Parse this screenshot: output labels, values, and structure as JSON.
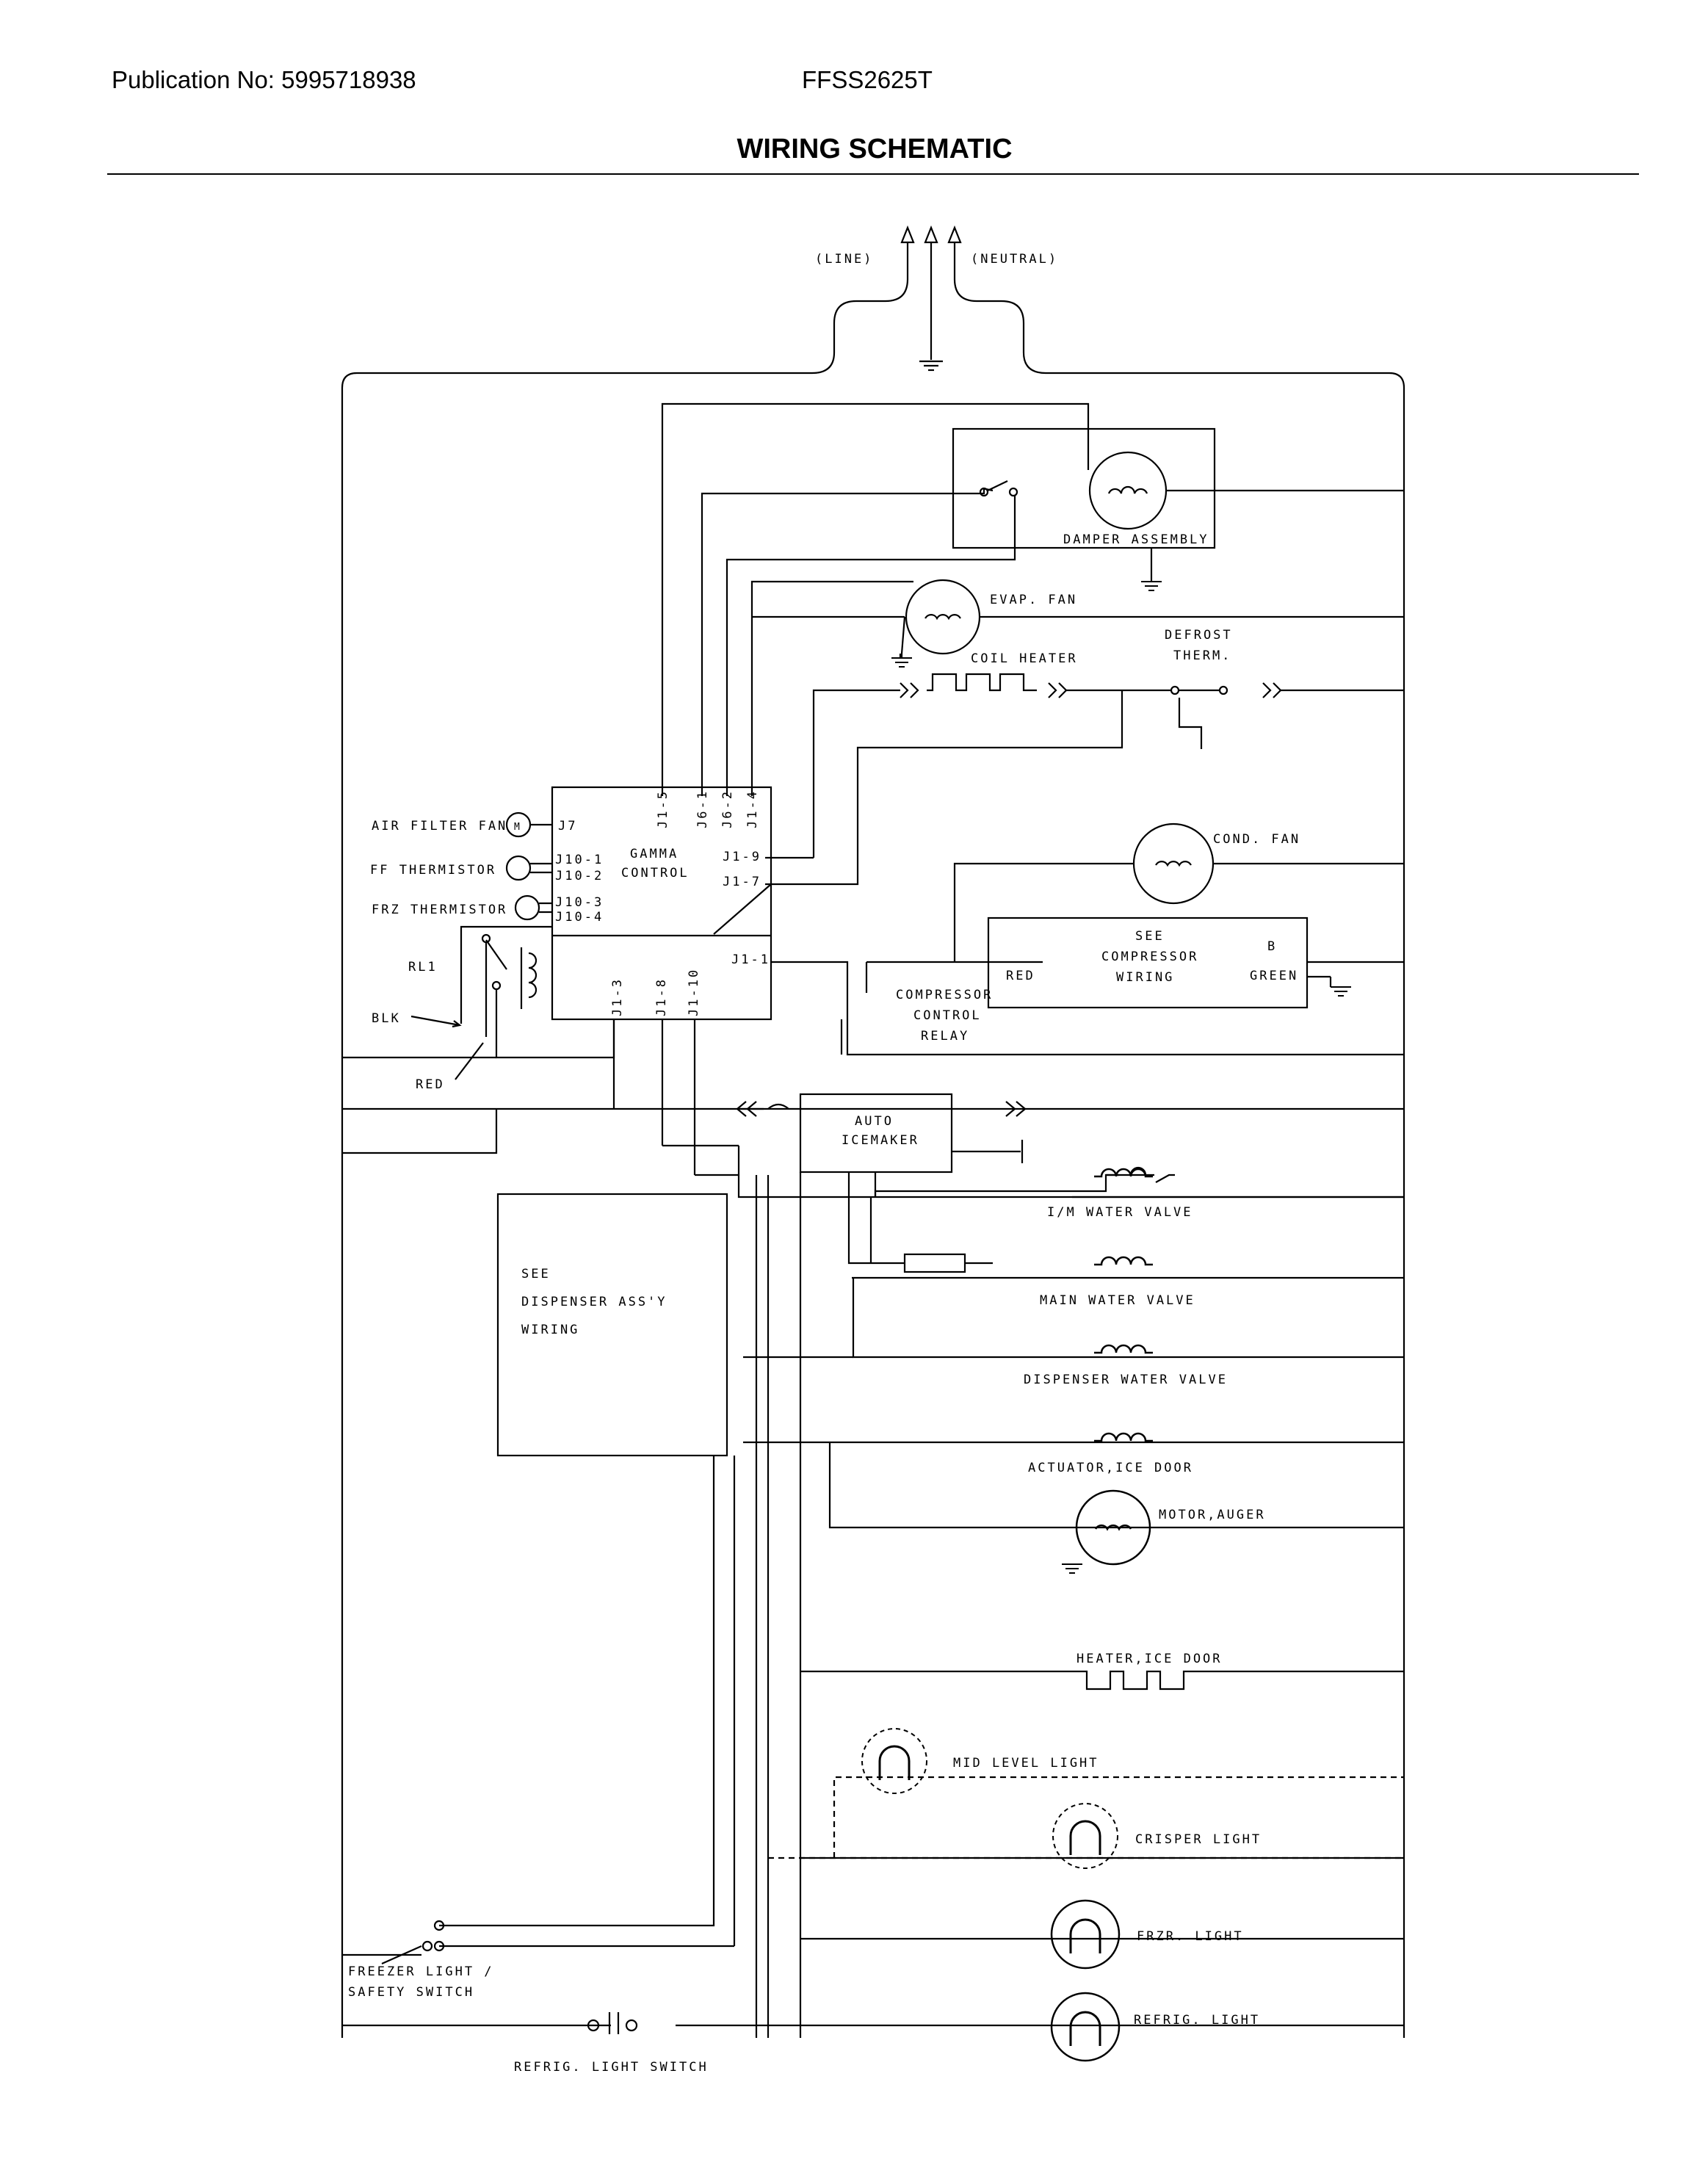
{
  "header": {
    "publication": "Publication No: 5995718938",
    "model": "FFSS2625T",
    "title": "WIRING SCHEMATIC"
  },
  "labels": {
    "line": "(LINE)",
    "neutral": "(NEUTRAL)",
    "damper_assembly": "DAMPER ASSEMBLY",
    "evap_fan": "EVAP. FAN",
    "defrost_therm_1": "DEFROST",
    "defrost_therm_2": "THERM.",
    "coil_heater": "COIL HEATER",
    "cond_fan": "COND. FAN",
    "air_filter_fan": "AIR FILTER FAN",
    "ff_thermistor": "FF THERMISTOR",
    "frz_thermistor": "FRZ THERMISTOR",
    "rl1": "RL1",
    "blk": "BLK",
    "red_left": "RED",
    "gamma_1": "GAMMA",
    "gamma_2": "CONTROL",
    "m": "M",
    "j7": "J7",
    "j10_1": "J10-1",
    "j10_2": "J10-2",
    "j10_3": "J10-3",
    "j10_4": "J10-4",
    "j1_5": "J1-5",
    "j6_1": "J6-1",
    "j6_2": "J6-2",
    "j1_4": "J1-4",
    "j1_9": "J1-9",
    "j1_7": "J1-7",
    "j1_1": "J1-1",
    "j1_3": "J1-3",
    "j1_8": "J1-8",
    "j1_10": "J1-10",
    "see_comp_1": "SEE",
    "see_comp_2": "COMPRESSOR",
    "see_comp_3": "WIRING",
    "red_comp": "RED",
    "b_comp": "B",
    "green_comp": "GREEN",
    "relay_1": "COMPRESSOR",
    "relay_2": "CONTROL",
    "relay_3": "RELAY",
    "icemaker_1": "AUTO",
    "icemaker_2": "ICEMAKER",
    "im_valve": "I/M WATER VALVE",
    "main_valve": "MAIN WATER VALVE",
    "disp_valve": "DISPENSER WATER VALVE",
    "actuator": "ACTUATOR,ICE DOOR",
    "motor_auger": "MOTOR,AUGER",
    "heater_ice": "HEATER,ICE DOOR",
    "mid_light": "MID LEVEL LIGHT",
    "crisper_light": "CRISPER LIGHT",
    "frzr_light": "FRZR. LIGHT",
    "refrig_light": "REFRIG. LIGHT",
    "disp_1": "SEE",
    "disp_2": "DISPENSER ASS'Y",
    "disp_3": "WIRING",
    "frz_switch_1": "FREEZER LIGHT /",
    "frz_switch_2": "SAFETY SWITCH",
    "refrig_switch": "REFRIG. LIGHT SWITCH"
  },
  "colors": {
    "ink": "#000000",
    "paper": "#ffffff"
  }
}
